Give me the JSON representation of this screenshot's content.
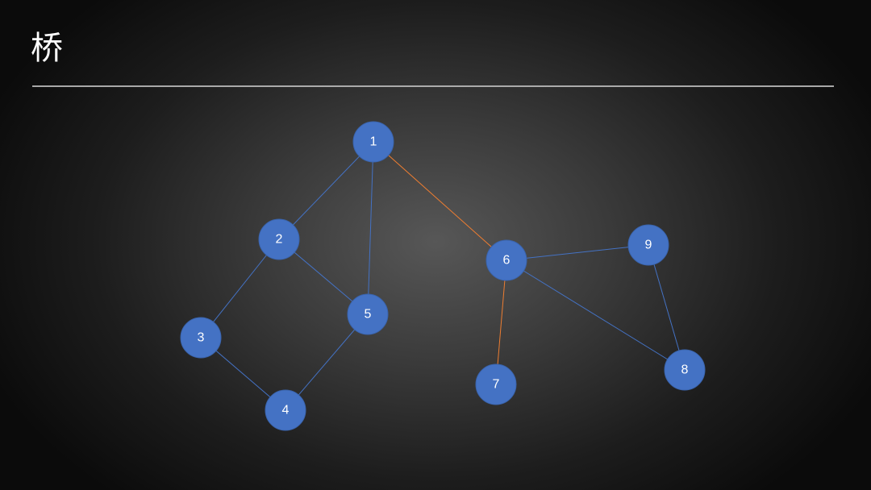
{
  "slide": {
    "title": "桥"
  },
  "colors": {
    "node_fill": "#4472C4",
    "normal_edge": "#4472C4",
    "bridge_edge": "#ED7D31",
    "title_text": "#FFFFFF"
  },
  "graph": {
    "nodes": [
      {
        "id": "1",
        "label": "1"
      },
      {
        "id": "2",
        "label": "2"
      },
      {
        "id": "3",
        "label": "3"
      },
      {
        "id": "4",
        "label": "4"
      },
      {
        "id": "5",
        "label": "5"
      },
      {
        "id": "6",
        "label": "6"
      },
      {
        "id": "7",
        "label": "7"
      },
      {
        "id": "8",
        "label": "8"
      },
      {
        "id": "9",
        "label": "9"
      }
    ],
    "edges": [
      {
        "from": "1",
        "to": "2",
        "bridge": false
      },
      {
        "from": "1",
        "to": "5",
        "bridge": false
      },
      {
        "from": "1",
        "to": "6",
        "bridge": true
      },
      {
        "from": "2",
        "to": "3",
        "bridge": false
      },
      {
        "from": "2",
        "to": "5",
        "bridge": false
      },
      {
        "from": "3",
        "to": "4",
        "bridge": false
      },
      {
        "from": "4",
        "to": "5",
        "bridge": false
      },
      {
        "from": "6",
        "to": "7",
        "bridge": true
      },
      {
        "from": "6",
        "to": "9",
        "bridge": false
      },
      {
        "from": "6",
        "to": "8",
        "bridge": false
      },
      {
        "from": "9",
        "to": "8",
        "bridge": false
      }
    ]
  }
}
